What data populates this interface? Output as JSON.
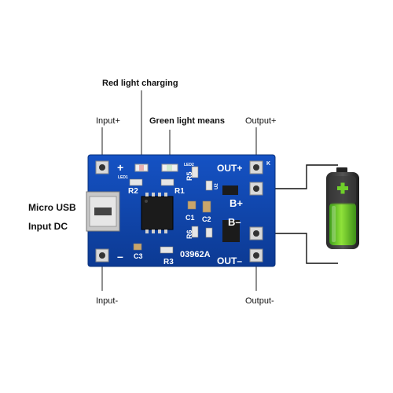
{
  "callouts": {
    "red_light": "Red light charging",
    "green_light": "Green light means",
    "input_plus": "Input+",
    "input_minus": "Input-",
    "output_plus": "Output+",
    "output_minus": "Output-",
    "micro_usb_line1": "Micro USB",
    "micro_usb_line2": "Input DC"
  },
  "board": {
    "color": "#0f3f9a",
    "silk": {
      "plus": "+",
      "minus": "–",
      "led1": "LED1",
      "led2": "LED2",
      "r2": "R2",
      "r1": "R1",
      "r5": "R5",
      "r6": "R6",
      "r3": "R3",
      "c1": "C1",
      "c2": "C2",
      "c3": "C3",
      "u2": "U2",
      "out_plus": "OUT+",
      "out_minus": "OUT–",
      "b_plus": "B+",
      "b_minus": "B–",
      "code": "03962A",
      "k_mark": "K"
    }
  },
  "battery": {
    "icon": "battery-charging-icon",
    "fill_color": "#6fcf2a",
    "plus_color": "#1f7a1a"
  }
}
